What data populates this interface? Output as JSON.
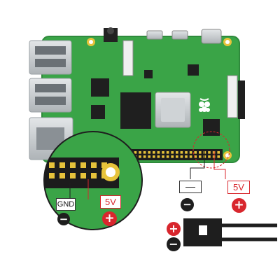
{
  "labels": {
    "gnd": "GND",
    "five_v_zoom": "5V",
    "five_v_board": "5V"
  },
  "symbols": {
    "minus": "−",
    "plus": "+"
  },
  "colors": {
    "pcb_green": "#3aa447",
    "pcb_dark_green": "#2f8a3c",
    "chip_black": "#1f1f1f",
    "metal": "#c7cccf",
    "accent_red": "#d8262d",
    "ground_black": "#1e1e1e",
    "gold": "#e7c33b"
  },
  "icons": [
    "raspberry-logo-icon",
    "plus-icon",
    "minus-icon",
    "connector-icon"
  ]
}
